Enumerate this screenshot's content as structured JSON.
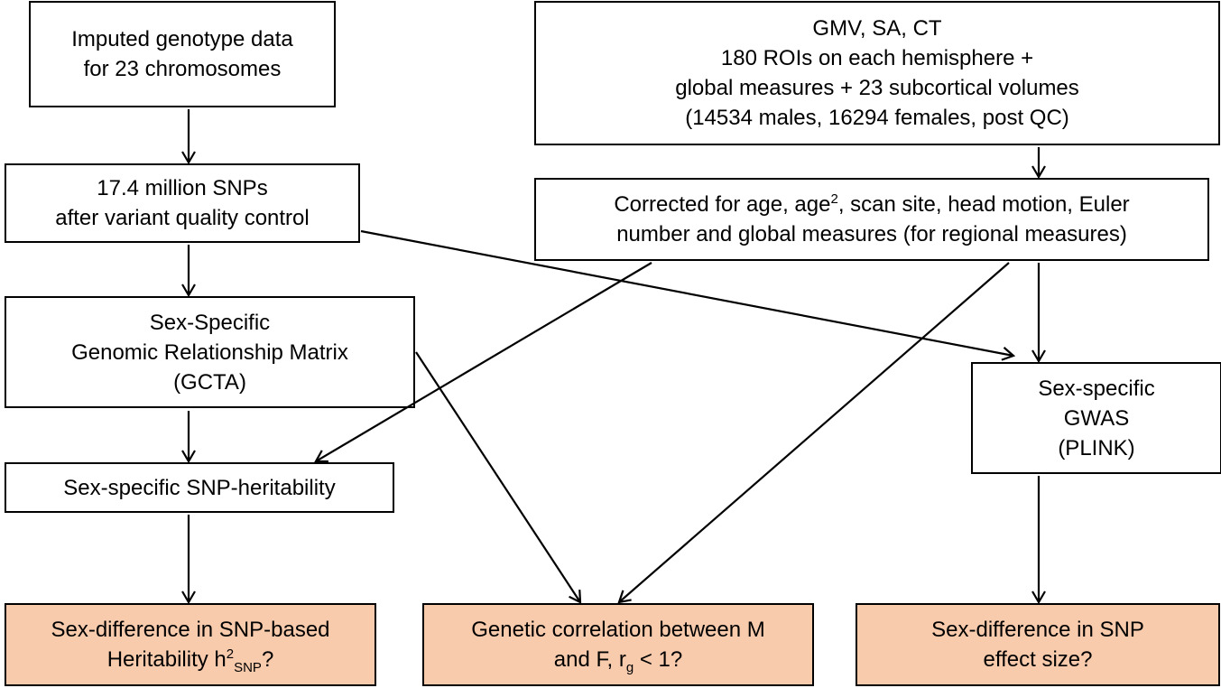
{
  "colors": {
    "box_border": "#000000",
    "box_fill": "#ffffff",
    "result_fill": "#f8cbad",
    "arrow": "#000000"
  },
  "nodes": {
    "genotype": {
      "line1": "Imputed genotype data",
      "line2": "for 23 chromosomes"
    },
    "phenotypes": {
      "line1": "GMV, SA, CT",
      "line2": "180 ROIs on each hemisphere +",
      "line3": "global measures + 23 subcortical volumes",
      "line4": "(14534 males, 16294 females, post QC)"
    },
    "snps": {
      "line1": "17.4 million SNPs",
      "line2": "after variant quality control"
    },
    "corrected": {
      "line1_a": "Corrected for age, age",
      "line1_sup": "2",
      "line1_b": ", scan site, head motion, Euler",
      "line2": "number and global measures (for regional measures)"
    },
    "grm": {
      "line1": "Sex-Specific",
      "line2": "Genomic Relationship Matrix",
      "line3": "(GCTA)"
    },
    "gwas": {
      "line1": "Sex-specific",
      "line2": "GWAS",
      "line3": "(PLINK)"
    },
    "heritability": {
      "line1": "Sex-specific SNP-heritability"
    },
    "result_heritability": {
      "line1": "Sex-difference in SNP-based",
      "line2_a": "Heritability h",
      "line2_sup": "2",
      "line2_sub": "SNP",
      "line2_b": "?"
    },
    "result_correlation": {
      "line1": "Genetic correlation between M",
      "line2_a": "and F, r",
      "line2_sub": "g",
      "line2_b": " < 1?"
    },
    "result_effect": {
      "line1": "Sex-difference in SNP",
      "line2": "effect size?"
    }
  }
}
